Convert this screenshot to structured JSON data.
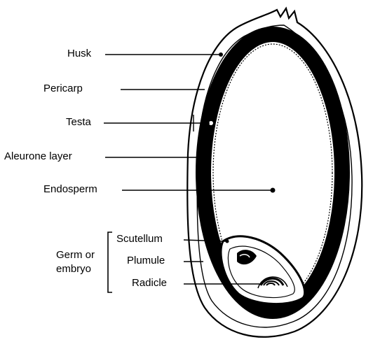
{
  "diagram": {
    "labels": {
      "husk": "Husk",
      "pericarp": "Pericarp",
      "testa": "Testa",
      "aleurone": "Aleurone layer",
      "endosperm": "Endosperm",
      "scutellum": "Scutellum",
      "plumule": "Plumule",
      "radicle": "Radicle",
      "germ_line1": "Germ or",
      "germ_line2": "embryo"
    },
    "colors": {
      "ink": "#000000",
      "background": "#ffffff"
    }
  }
}
